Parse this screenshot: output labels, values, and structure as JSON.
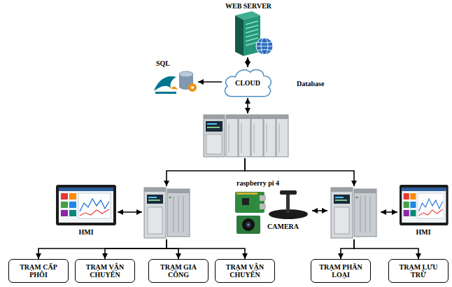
{
  "diagram": {
    "nodes": [
      {
        "text": [
          "WEB SERVER"
        ]
      },
      {
        "text": [
          "SQL"
        ]
      },
      {
        "text": [
          "CLOUD"
        ]
      },
      {
        "text": []
      },
      {
        "text": [
          "HMI"
        ]
      },
      {
        "text": []
      },
      {
        "text": [
          "raspberry pi 4",
          "CAMERA"
        ]
      },
      {
        "text": []
      },
      {
        "text": [
          "HMI"
        ]
      },
      {
        "text": [
          "TRẠM CẤP PHÔI"
        ]
      },
      {
        "text": [
          "TRẠM VẬN CHUYỂN"
        ]
      },
      {
        "text": [
          "TRẠM GIA CÔNG"
        ]
      },
      {
        "text": [
          "TRẠM VẬN CHUYỂN"
        ]
      },
      {
        "text": [
          "TRẠM PHÂN LOẠI"
        ]
      },
      {
        "text": [
          "TRẠM LƯU TRỮ"
        ]
      }
    ],
    "edges": [
      {
        "from": 0,
        "to": 2,
        "arrow": "both"
      },
      {
        "from": 2,
        "to": 1,
        "arrow": "to"
      },
      {
        "from": 2,
        "to": 3,
        "arrow": "both"
      },
      {
        "from": 3,
        "to": 5,
        "arrow": "to"
      },
      {
        "from": 3,
        "to": 7,
        "arrow": "to"
      },
      {
        "from": 4,
        "to": 5,
        "arrow": "both"
      },
      {
        "from": 6,
        "to": 7,
        "arrow": "both"
      },
      {
        "from": 8,
        "to": 7,
        "arrow": "both"
      },
      {
        "from": 5,
        "to": 9,
        "arrow": "to"
      },
      {
        "from": 5,
        "to": 10,
        "arrow": "to"
      },
      {
        "from": 5,
        "to": 11,
        "arrow": "to"
      },
      {
        "from": 5,
        "to": 12,
        "arrow": "to"
      },
      {
        "from": 7,
        "to": 13,
        "arrow": "to"
      },
      {
        "from": 7,
        "to": 14,
        "arrow": "to"
      }
    ],
    "labels": [
      "Database"
    ]
  }
}
